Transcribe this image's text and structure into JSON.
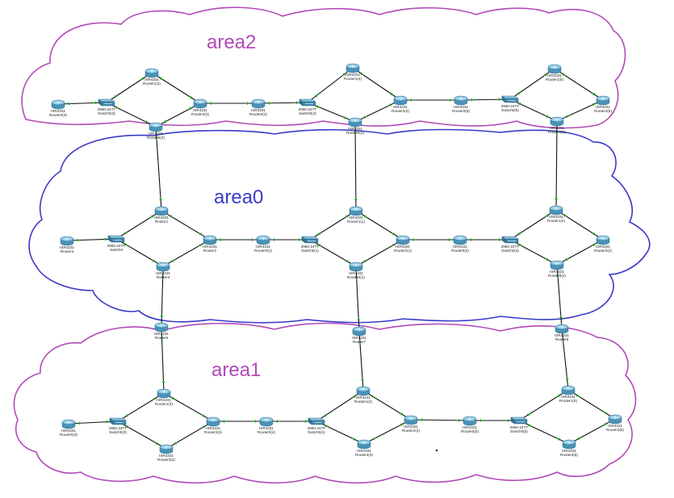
{
  "colors": {
    "area_purple": "#b04ab8",
    "area_blue": "#3a3ac8",
    "router_body": "#4a93b8",
    "router_top": "#8cc8e4",
    "switch_body": "#3f86aa",
    "link_green": "#22aa22"
  },
  "areas": [
    {
      "id": "area2",
      "label": "area2",
      "color": "#b04ab8"
    },
    {
      "id": "area0",
      "label": "area0",
      "color": "#3a3ac8"
    },
    {
      "id": "area1",
      "label": "area1",
      "color": "#b04ab8"
    }
  ],
  "devices": [
    {
      "id": "a2_r0",
      "type": "router",
      "model": "ISR4331",
      "name": "Router0(3)"
    },
    {
      "id": "a2_s0",
      "type": "switch",
      "model": "2960-24TT",
      "name": "Switch0(3)"
    },
    {
      "id": "a2_r1",
      "type": "router",
      "model": "ISR4331",
      "name": "Router1(3)"
    },
    {
      "id": "a2_r3",
      "type": "router",
      "model": "ISR4331",
      "name": "Router3(3)"
    },
    {
      "id": "a2_r5",
      "type": "router",
      "model": "ISR4331",
      "name": "Router5(3)"
    },
    {
      "id": "a2_r6",
      "type": "router",
      "model": "ISR4331",
      "name": "Router6(4)"
    },
    {
      "id": "a2_s4",
      "type": "switch",
      "model": "2960-24TT",
      "name": "Switch0(4)"
    },
    {
      "id": "a2_r14",
      "type": "router",
      "model": "ISR4331",
      "name": "Router1(4)"
    },
    {
      "id": "a2_r34",
      "type": "router",
      "model": "ISR4331",
      "name": "Router3(4)"
    },
    {
      "id": "a2_r54",
      "type": "router",
      "model": "ISR4331",
      "name": "Router5(4)"
    },
    {
      "id": "a2_r05",
      "type": "router",
      "model": "ISR4331",
      "name": "Router0(5)"
    },
    {
      "id": "a2_s5",
      "type": "switch",
      "model": "2960-24TT",
      "name": "Switch0(5)"
    },
    {
      "id": "a2_r15",
      "type": "router",
      "model": "ISR4331",
      "name": "Router1(5)"
    },
    {
      "id": "a2_r35",
      "type": "router",
      "model": "ISR4331",
      "name": "Router3(5)"
    },
    {
      "id": "a2_r55",
      "type": "router",
      "model": "ISR4331",
      "name": "Router5(5)"
    },
    {
      "id": "a0_r4",
      "type": "router",
      "model": "ISR4331",
      "name": "Router4"
    },
    {
      "id": "a0_s0",
      "type": "switch",
      "model": "2960-24TT",
      "name": "Switch0"
    },
    {
      "id": "a0_r1",
      "type": "router",
      "model": "ISR4331",
      "name": "Router1"
    },
    {
      "id": "a0_r2",
      "type": "router",
      "model": "ISR4331",
      "name": "Router2"
    },
    {
      "id": "a0_r3",
      "type": "router",
      "model": "ISR4331",
      "name": "Router3"
    },
    {
      "id": "a0_r01",
      "type": "router",
      "model": "ISR4331",
      "name": "Router0(1)"
    },
    {
      "id": "a0_s1",
      "type": "switch",
      "model": "2960-24TT",
      "name": "Switch0(1)"
    },
    {
      "id": "a0_r11",
      "type": "router",
      "model": "ISR4331",
      "name": "Router1(1)"
    },
    {
      "id": "a0_r21",
      "type": "router",
      "model": "ISR4331",
      "name": "Router2(1)"
    },
    {
      "id": "a0_r31",
      "type": "router",
      "model": "ISR4331",
      "name": "Router3(1)"
    },
    {
      "id": "a0_r02",
      "type": "router",
      "model": "ISR4331",
      "name": "Router0(2)"
    },
    {
      "id": "a0_s2",
      "type": "switch",
      "model": "2960-24TT",
      "name": "Switch0(2)"
    },
    {
      "id": "a0_r12",
      "type": "router",
      "model": "ISR4331",
      "name": "Router1(2)"
    },
    {
      "id": "a0_r22",
      "type": "router",
      "model": "ISR4331",
      "name": "Router2(2)"
    },
    {
      "id": "a0_r32",
      "type": "router",
      "model": "ISR4331",
      "name": "Router3(2)"
    },
    {
      "id": "a1_r6",
      "type": "router",
      "model": "ISR4331",
      "name": "Router6"
    },
    {
      "id": "a1_r7",
      "type": "router",
      "model": "ISR4331",
      "name": "Router7"
    },
    {
      "id": "a1_r8",
      "type": "router",
      "model": "ISR4331",
      "name": "Router8"
    },
    {
      "id": "a1_r03",
      "type": "router",
      "model": "ISR4331",
      "name": "Router0(3)"
    },
    {
      "id": "a1_s3",
      "type": "switch",
      "model": "2960-24TT",
      "name": "Switch0(3)"
    },
    {
      "id": "a1_r13",
      "type": "router",
      "model": "ISR4331",
      "name": "Router1(3)"
    },
    {
      "id": "a1_r23",
      "type": "router",
      "model": "ISR4331",
      "name": "Router2(3)"
    },
    {
      "id": "a1_r33",
      "type": "router",
      "model": "ISR4331",
      "name": "Router3(3)"
    },
    {
      "id": "a1_r04",
      "type": "router",
      "model": "ISR4331",
      "name": "Router0(4)"
    },
    {
      "id": "a1_s4",
      "type": "switch",
      "model": "2960-24TT",
      "name": "Switch0(4)"
    },
    {
      "id": "a1_r14",
      "type": "router",
      "model": "ISR4331",
      "name": "Router1(4)"
    },
    {
      "id": "a1_r24",
      "type": "router",
      "model": "ISR4331",
      "name": "Router2(4)"
    },
    {
      "id": "a1_r34",
      "type": "router",
      "model": "ISR4331",
      "name": "Router3(4)"
    },
    {
      "id": "a1_r05",
      "type": "router",
      "model": "ISR4331",
      "name": "Router0(5)"
    },
    {
      "id": "a1_s5",
      "type": "switch",
      "model": "2960-24TT",
      "name": "Switch0(5)"
    },
    {
      "id": "a1_r15",
      "type": "router",
      "model": "ISR4331",
      "name": "Router1(5)"
    },
    {
      "id": "a1_r25",
      "type": "router",
      "model": "ISR4331",
      "name": "Router2(5)"
    },
    {
      "id": "a1_r35",
      "type": "router",
      "model": "ISR4331",
      "name": "Router3(5)"
    }
  ],
  "links": [
    [
      "a2_r0",
      "a2_s0"
    ],
    [
      "a2_s0",
      "a2_r1"
    ],
    [
      "a2_s0",
      "a2_r5"
    ],
    [
      "a2_r1",
      "a2_r3"
    ],
    [
      "a2_r5",
      "a2_r3"
    ],
    [
      "a2_r3",
      "a2_r6"
    ],
    [
      "a2_r6",
      "a2_s4"
    ],
    [
      "a2_s4",
      "a2_r14"
    ],
    [
      "a2_s4",
      "a2_r54"
    ],
    [
      "a2_r14",
      "a2_r34"
    ],
    [
      "a2_r54",
      "a2_r34"
    ],
    [
      "a2_r34",
      "a2_r05"
    ],
    [
      "a2_r05",
      "a2_s5"
    ],
    [
      "a2_s5",
      "a2_r15"
    ],
    [
      "a2_s5",
      "a2_r55"
    ],
    [
      "a2_r15",
      "a2_r35"
    ],
    [
      "a2_r55",
      "a2_r35"
    ],
    [
      "a2_r5",
      "a0_r1"
    ],
    [
      "a2_r54",
      "a0_r11"
    ],
    [
      "a2_r55",
      "a0_r12"
    ],
    [
      "a0_r4",
      "a0_s0"
    ],
    [
      "a0_s0",
      "a0_r1"
    ],
    [
      "a0_s0",
      "a0_r3"
    ],
    [
      "a0_r1",
      "a0_r2"
    ],
    [
      "a0_r3",
      "a0_r2"
    ],
    [
      "a0_r2",
      "a0_r01"
    ],
    [
      "a0_r01",
      "a0_s1"
    ],
    [
      "a0_s1",
      "a0_r11"
    ],
    [
      "a0_s1",
      "a0_r31"
    ],
    [
      "a0_r11",
      "a0_r21"
    ],
    [
      "a0_r31",
      "a0_r21"
    ],
    [
      "a0_r21",
      "a0_r02"
    ],
    [
      "a0_r02",
      "a0_s2"
    ],
    [
      "a0_s2",
      "a0_r12"
    ],
    [
      "a0_s2",
      "a0_r32"
    ],
    [
      "a0_r12",
      "a0_r22"
    ],
    [
      "a0_r32",
      "a0_r22"
    ],
    [
      "a0_r3",
      "a1_r6"
    ],
    [
      "a0_r31",
      "a1_r7"
    ],
    [
      "a0_r32",
      "a1_r8"
    ],
    [
      "a1_r6",
      "a1_r13"
    ],
    [
      "a1_r7",
      "a1_r14"
    ],
    [
      "a1_r8",
      "a1_r15"
    ],
    [
      "a1_r03",
      "a1_s3"
    ],
    [
      "a1_s3",
      "a1_r13"
    ],
    [
      "a1_s3",
      "a1_r33"
    ],
    [
      "a1_r13",
      "a1_r23"
    ],
    [
      "a1_r33",
      "a1_r23"
    ],
    [
      "a1_r23",
      "a1_r04"
    ],
    [
      "a1_r04",
      "a1_s4"
    ],
    [
      "a1_s4",
      "a1_r14"
    ],
    [
      "a1_s4",
      "a1_r34"
    ],
    [
      "a1_r14",
      "a1_r24"
    ],
    [
      "a1_r34",
      "a1_r24"
    ],
    [
      "a1_r24",
      "a1_r05"
    ],
    [
      "a1_r05",
      "a1_s5"
    ],
    [
      "a1_s5",
      "a1_r15"
    ],
    [
      "a1_s5",
      "a1_r35"
    ],
    [
      "a1_r15",
      "a1_r25"
    ],
    [
      "a1_r35",
      "a1_r25"
    ]
  ]
}
